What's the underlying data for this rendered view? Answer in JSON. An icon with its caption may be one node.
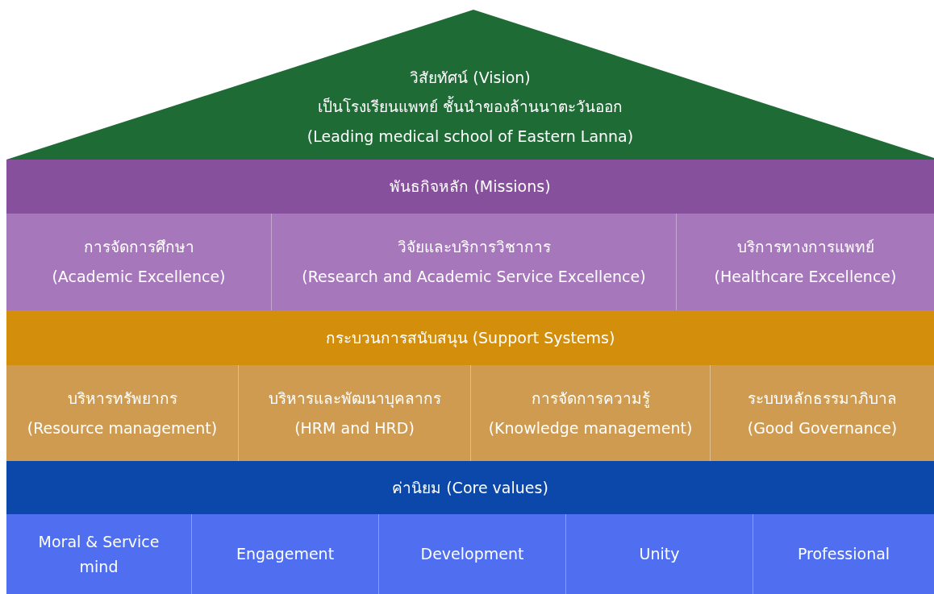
{
  "diagram": {
    "nodes": [
      {
        "text": [
          "วิสัยทัศน์ (Vision)",
          "เป็นโรงเรียนแพทย์ ชั้นนำของล้านนาตะวันออก",
          "(Leading medical school of Eastern Lanna)"
        ]
      },
      {
        "text": [
          "พันธกิจหลัก (Missions)"
        ]
      },
      {
        "text": [
          "การจัดการศึกษา",
          "(Academic Excellence)"
        ]
      },
      {
        "text": [
          "วิจัยและบริการวิชาการ",
          "(Research and Academic Service Excellence)"
        ]
      },
      {
        "text": [
          "บริการทางการแพทย์",
          "(Healthcare Excellence)"
        ]
      },
      {
        "text": [
          "กระบวนการสนับสนุน (Support Systems)"
        ]
      },
      {
        "text": [
          "บริหารทรัพยากร",
          "(Resource management)"
        ]
      },
      {
        "text": [
          "บริหารและพัฒนาบุคลากร",
          "(HRM and HRD)"
        ]
      },
      {
        "text": [
          "การจัดการความรู้",
          "(Knowledge management)"
        ]
      },
      {
        "text": [
          "ระบบหลักธรรมาภิบาล",
          "(Good Governance)"
        ]
      },
      {
        "text": [
          "ค่านิยม (Core values)"
        ]
      },
      {
        "text": [
          "Moral & Service mind"
        ]
      },
      {
        "text": [
          "Engagement"
        ]
      },
      {
        "text": [
          "Development"
        ]
      },
      {
        "text": [
          "Unity"
        ]
      },
      {
        "text": [
          "Professional"
        ]
      }
    ]
  }
}
